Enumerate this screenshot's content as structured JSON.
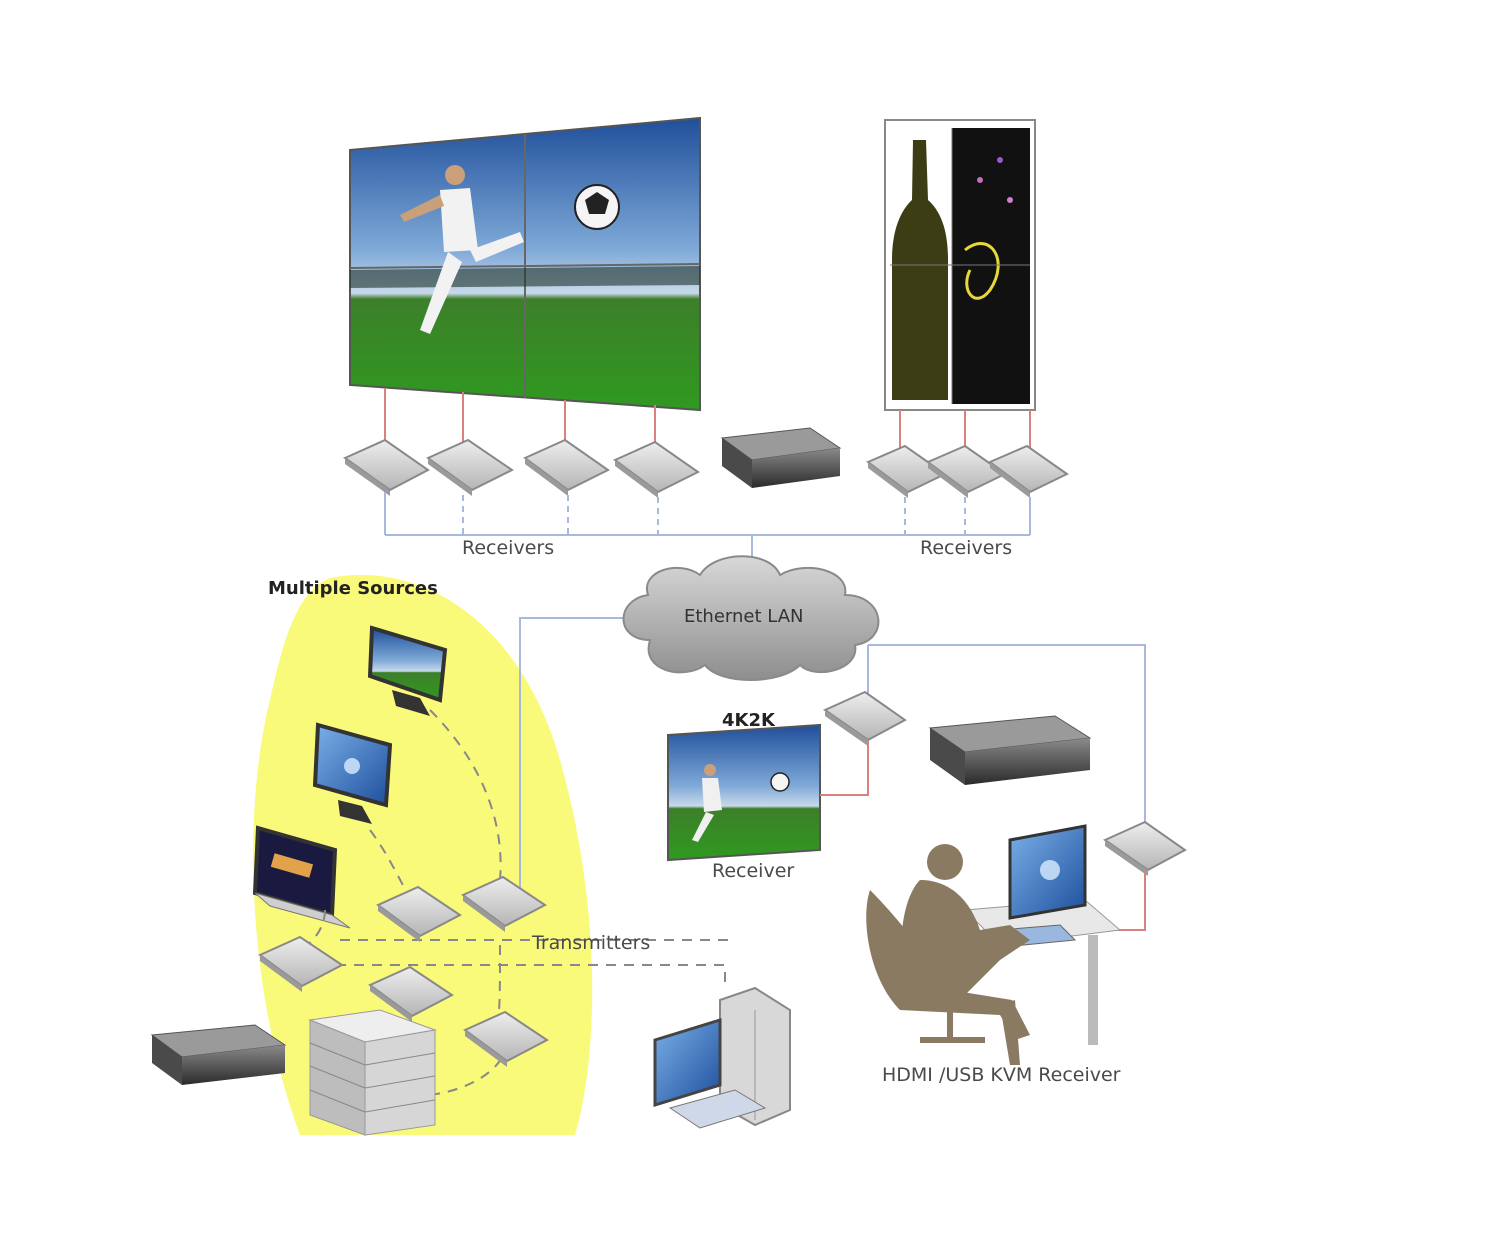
{
  "labels": {
    "receivers_left": "Receivers",
    "receivers_right": "Receivers",
    "multiple_sources": "Multiple Sources",
    "ethernet_lan": "Ethernet LAN",
    "res_4k": "4K2K",
    "receiver": "Receiver",
    "transmitters": "Transmitters",
    "kvm_receiver": "HDMI /USB KVM Receiver"
  },
  "colors": {
    "source_highlight": "#fafa7a",
    "network_line": "#a9b9dc",
    "video_line": "#d98080",
    "device_gray": "#c9c9c9",
    "player_dark": "#4a4a4a",
    "cloud_gray": "#a8a8a8",
    "operator_silhouette": "#8a7a62"
  }
}
